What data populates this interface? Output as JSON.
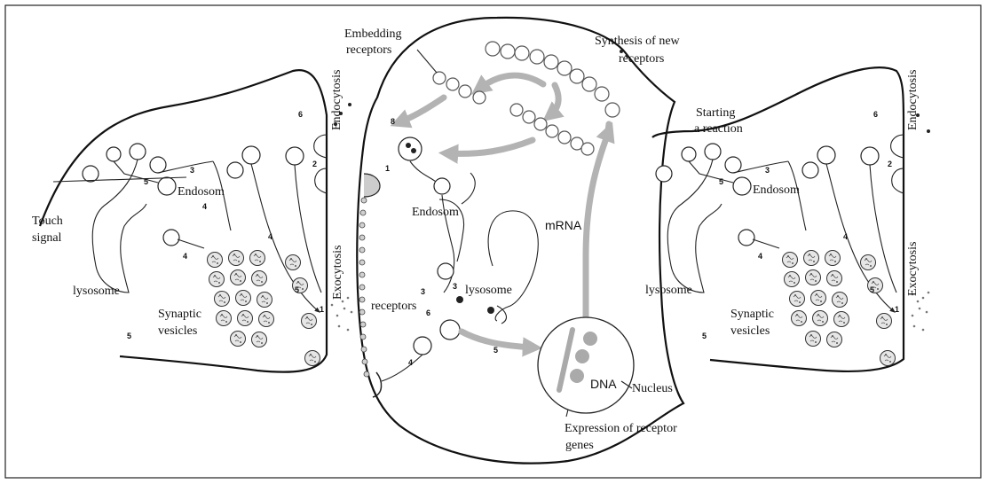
{
  "labels": {
    "embedding_receptors_1": "Embedding",
    "embedding_receptors_2": "receptors",
    "synthesis_1": "Synthesis of new",
    "synthesis_2": "receptors",
    "endocytosis": "Endocytosis",
    "exocytosis": "Exocytosis",
    "starting_1": "Starting",
    "starting_2": "a reaction",
    "endosom": "Endosom",
    "touch_1": "Touch",
    "touch_2": "signal",
    "lysosome": "lysosome",
    "synaptic_1": "Synaptic",
    "synaptic_2": "vesicles",
    "receptors": "receptors",
    "mrna": "mRNA",
    "dna": "DNA",
    "nucleus": "Nucleus",
    "expression_1": "Expression of receptor",
    "expression_2": "genes"
  },
  "step_numbers": [
    "1",
    "2",
    "3",
    "4",
    "5",
    "6",
    "8"
  ]
}
